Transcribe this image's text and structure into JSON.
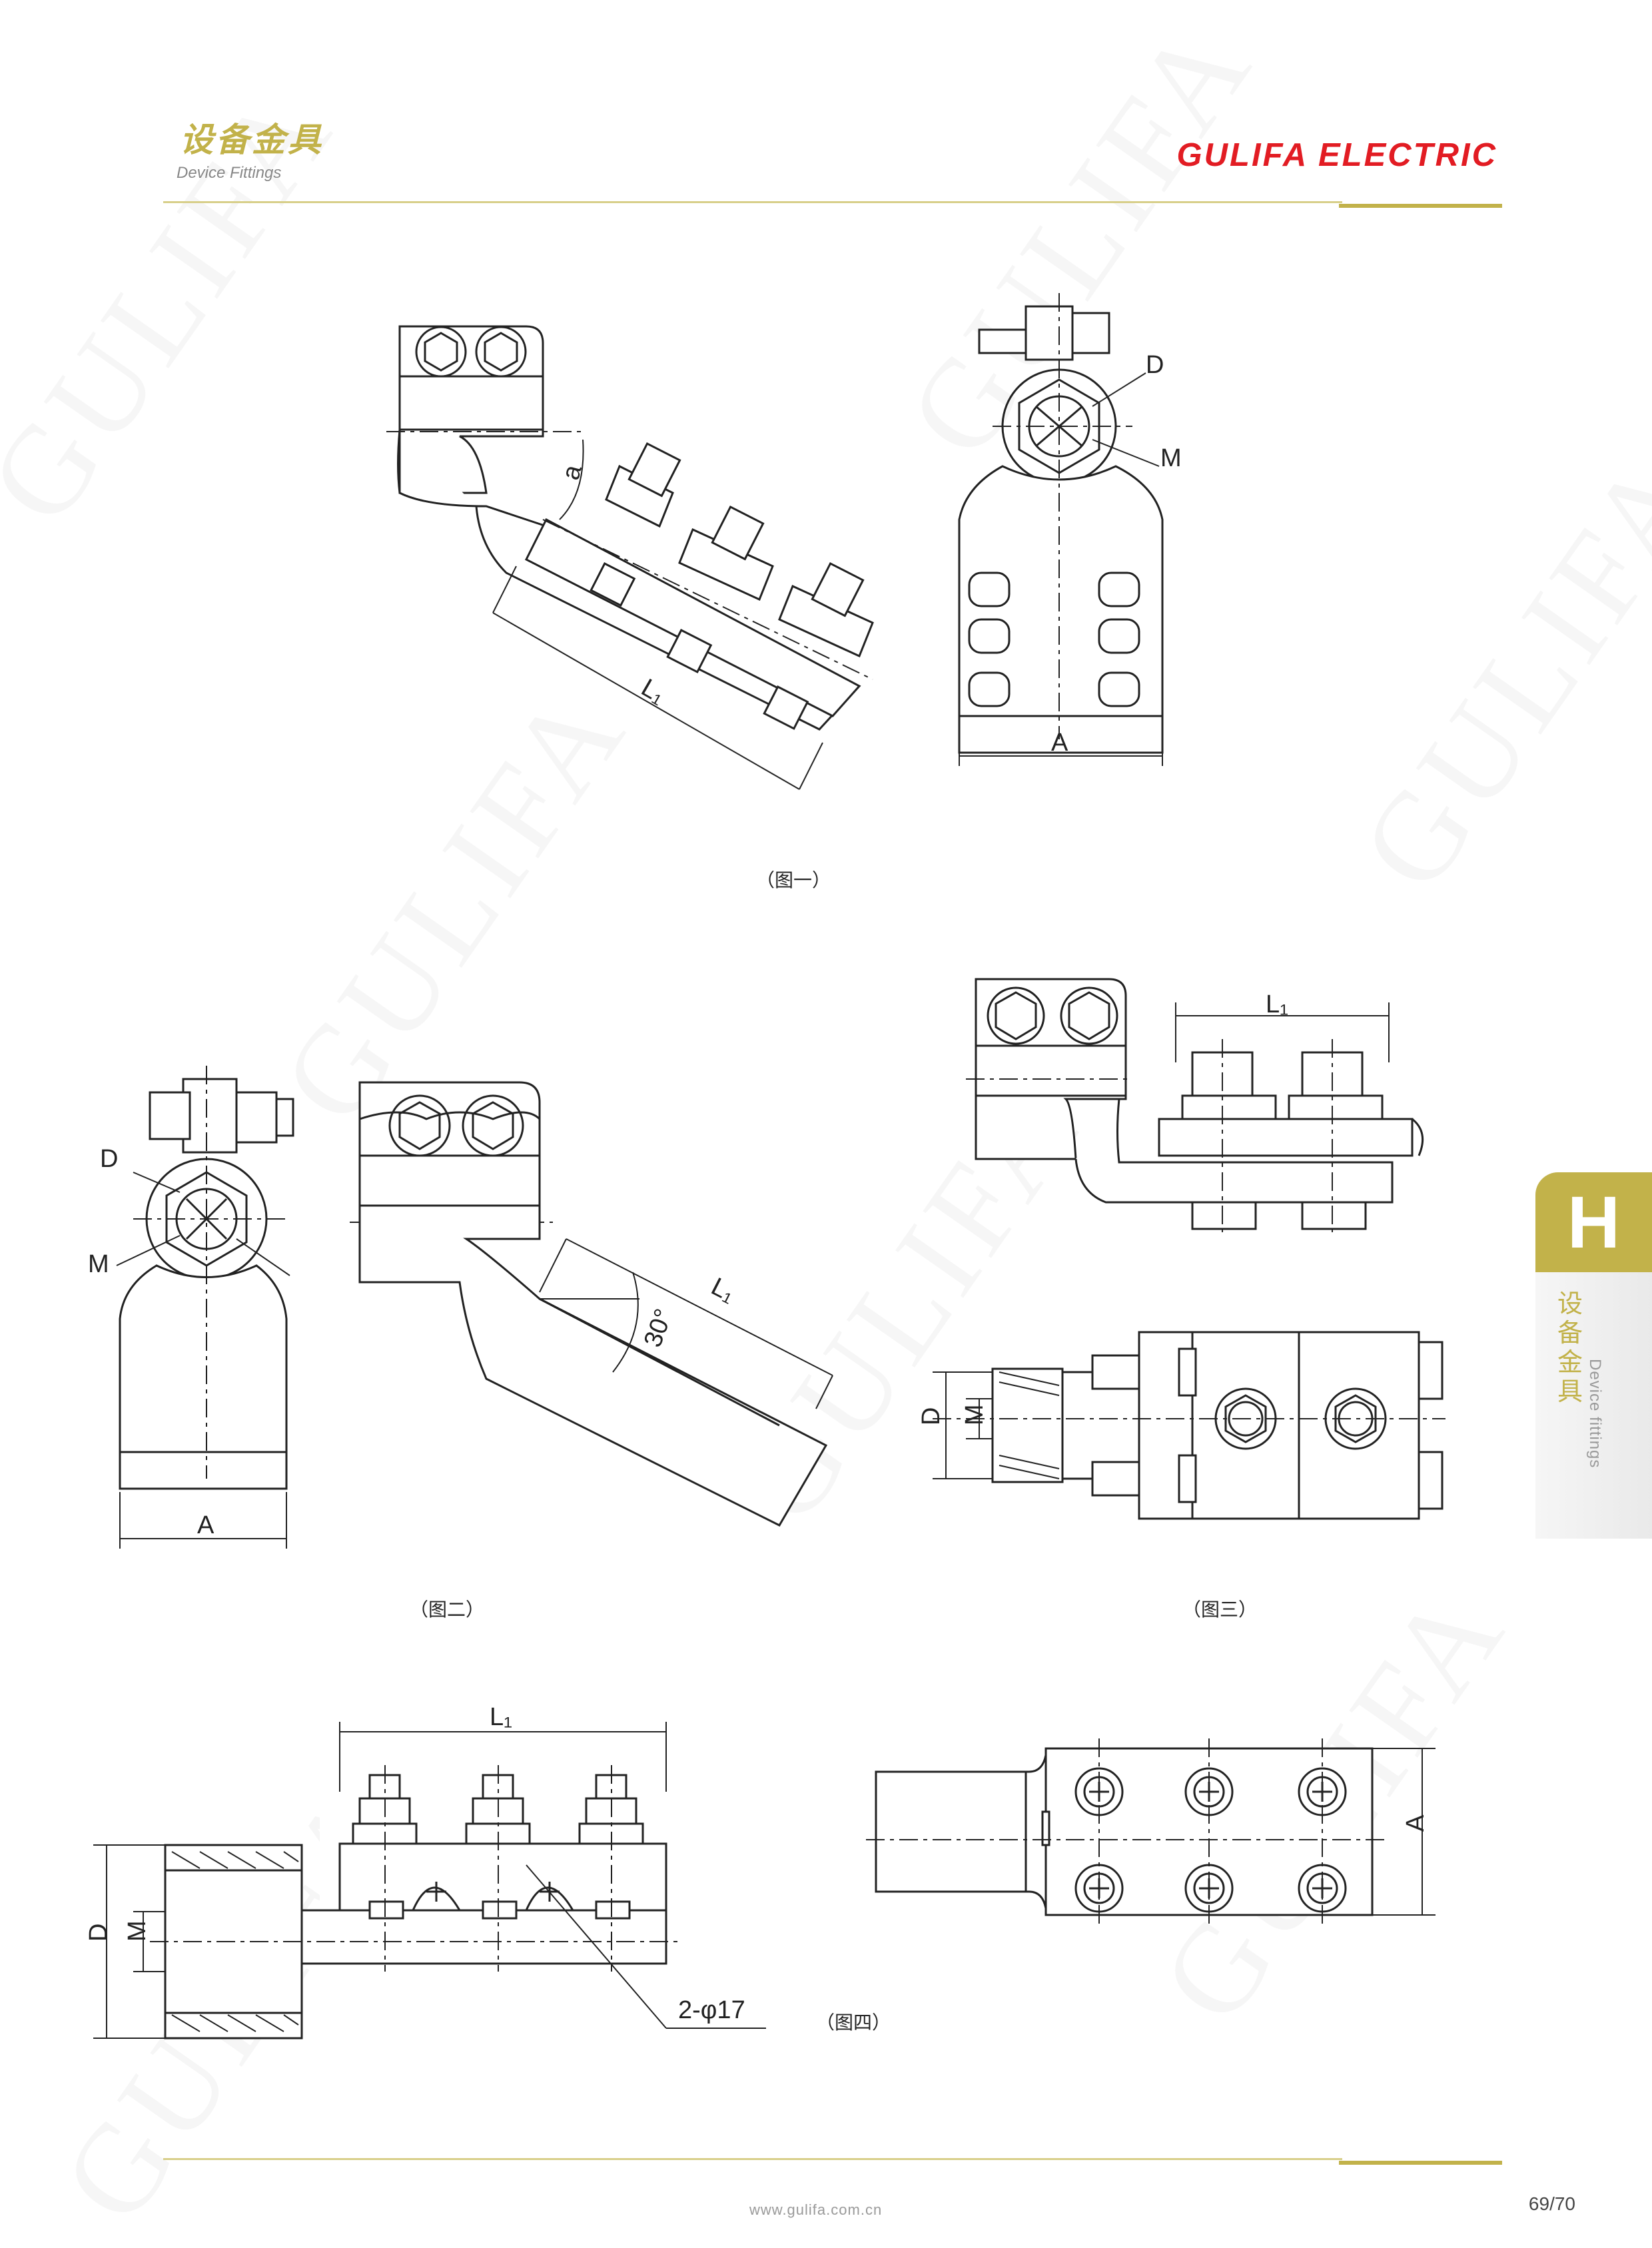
{
  "header": {
    "category_cn": "设备金具",
    "category_en": "Device Fittings",
    "brand": "GULIFA ELECTRIC"
  },
  "side_tab": {
    "letter": "H",
    "cn": "设备金具",
    "en": "Device fittings"
  },
  "watermark": "GULIFA",
  "figures": [
    {
      "caption": "（图一）",
      "labels": [
        "a",
        "L1",
        "D",
        "M",
        "A"
      ]
    },
    {
      "caption": "（图二）",
      "labels": [
        "D",
        "M",
        "A",
        "L1",
        "30°"
      ]
    },
    {
      "caption": "（图三）",
      "labels": [
        "L1",
        "D",
        "M"
      ]
    },
    {
      "caption": "（图四）",
      "labels": [
        "L1",
        "D",
        "M",
        "2-φ17",
        "A"
      ]
    }
  ],
  "footer": {
    "website": "www.gulifa.com.cn",
    "page": "69/70"
  }
}
